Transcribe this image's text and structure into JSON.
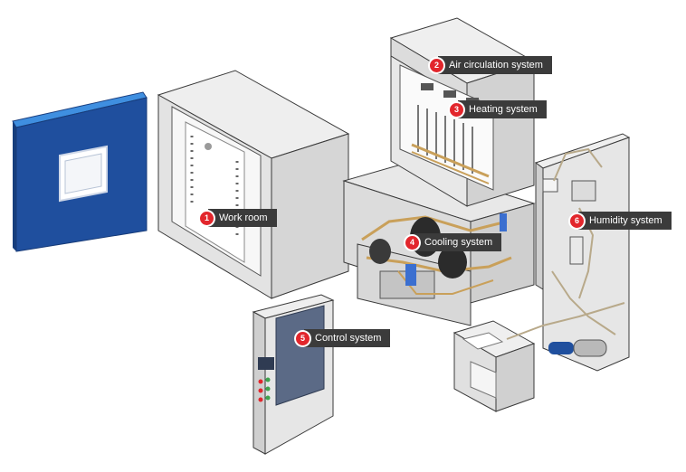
{
  "callouts": [
    {
      "number": "1",
      "label": "Work room"
    },
    {
      "number": "2",
      "label": "Air circulation system"
    },
    {
      "number": "3",
      "label": "Heating system"
    },
    {
      "number": "4",
      "label": "Cooling system"
    },
    {
      "number": "5",
      "label": "Control system"
    },
    {
      "number": "6",
      "label": "Humidity system"
    }
  ],
  "colors": {
    "door_panel": "#1f4f9e",
    "door_edge": "#3f8fe0",
    "cabinet_fill": "#e6e6e6",
    "outline": "#3a3a3a",
    "badge": "#e2262c",
    "label_bg": "#3b3b3b",
    "pipe": "#c9a05a",
    "compressor": "#2b2b2b"
  }
}
